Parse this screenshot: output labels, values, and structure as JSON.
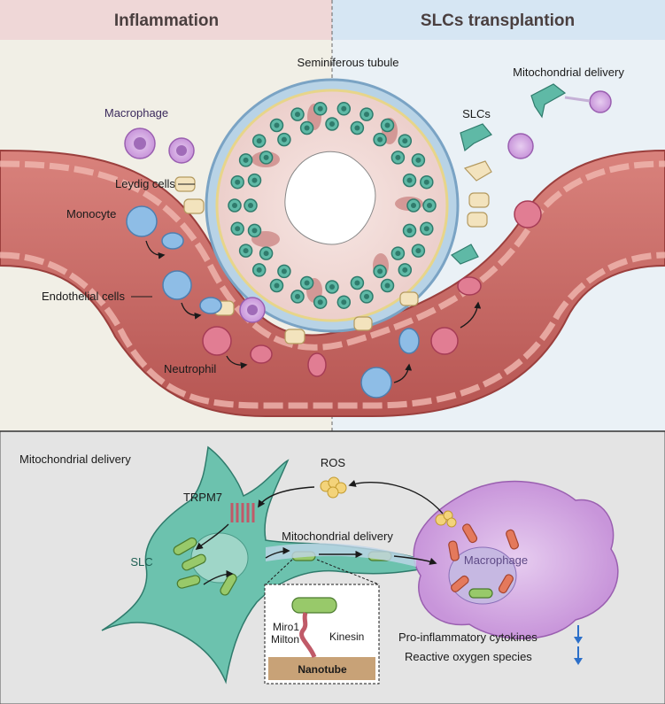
{
  "header": {
    "left_title": "Inflammation",
    "right_title": "SLCs  transplantion",
    "left_color": "#efd7d7",
    "right_color": "#d6e6f3"
  },
  "top_panel": {
    "labels": {
      "seminiferous_tubule": "Seminiferous tubule",
      "mitochondrial_delivery": "Mitochondrial delivery",
      "macrophage": "Macrophage",
      "slcs": "SLCs",
      "leydig_cells": "Leydig cells",
      "monocyte": "Monocyte",
      "endothelial_cells": "Endothelial cells",
      "neutrophil": "Neutrophil"
    }
  },
  "bottom_panel": {
    "title": "Mitochondrial delivery",
    "labels": {
      "ros": "ROS",
      "trpm7": "TRPM7",
      "mitochondrial_delivery": "Mitochondrial delivery",
      "slc": "SLC",
      "macrophage": "Macrophage",
      "miro1": "Miro1",
      "milton": "Milton",
      "kinesin": "Kinesin",
      "nanotube": "Nanotube"
    },
    "outcomes": [
      {
        "text": "Pro-inflammatory cytokines",
        "trend": "down"
      },
      {
        "text": "Reactive oxygen species",
        "trend": "down"
      }
    ]
  },
  "colors": {
    "vessel": "#c8625f",
    "slc_cell": "#5fb9a6",
    "macrophage": "#c99ad8",
    "monocyte": "#7fb0df",
    "neutrophil": "#d9657f",
    "leydig": "#f3e3bd",
    "arrow_down": "#2c6fc9"
  }
}
